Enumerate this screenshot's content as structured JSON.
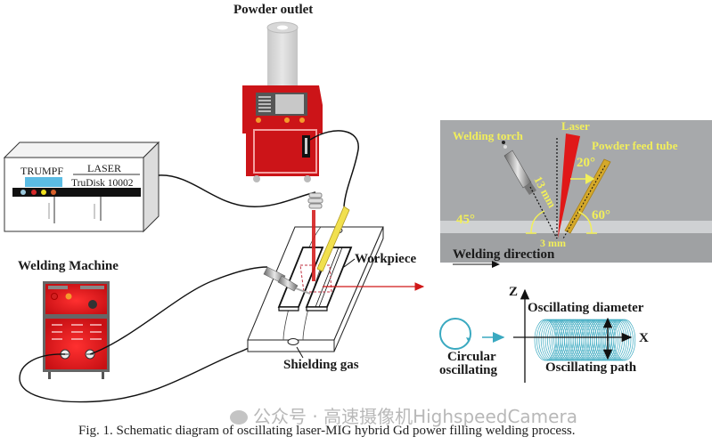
{
  "labels": {
    "powder_outlet": "Powder outlet",
    "laser_brand": "TRUMPF",
    "laser_type": "LASER",
    "laser_model": "TruDisk 10002",
    "welding_machine": "Welding Machine",
    "workpiece": "Workpiece",
    "shielding_gas": "Shielding gas"
  },
  "detail": {
    "welding_torch": "Welding torch",
    "laser": "Laser",
    "powder_feed_tube": "Powder feed tube",
    "angle_powder_laser": "20°",
    "angle_torch": "45°",
    "angle_tube": "60°",
    "distance_torch": "13 mm",
    "distance_gap": "3 mm",
    "welding_direction": "Welding direction"
  },
  "oscillation": {
    "axis_z": "Z",
    "axis_x": "X",
    "diameter": "Oscillating diameter",
    "path": "Oscillating path",
    "mode_line1": "Circular",
    "mode_line2": "oscillating"
  },
  "caption": "Fig. 1. Schematic diagram of oscillating laser-MIG hybrid Gd power filling welding process.",
  "watermark": "公众号 · 高速摄像机HighspeedCamera",
  "colors": {
    "machine_red": "#d0181c",
    "laser_red": "#e01818",
    "powder_yellow": "#e8c84a",
    "panel_gray": "#a9abad",
    "annotation_yellow": "#f2ef5a",
    "oscillation_cyan": "#3aa9c0"
  }
}
